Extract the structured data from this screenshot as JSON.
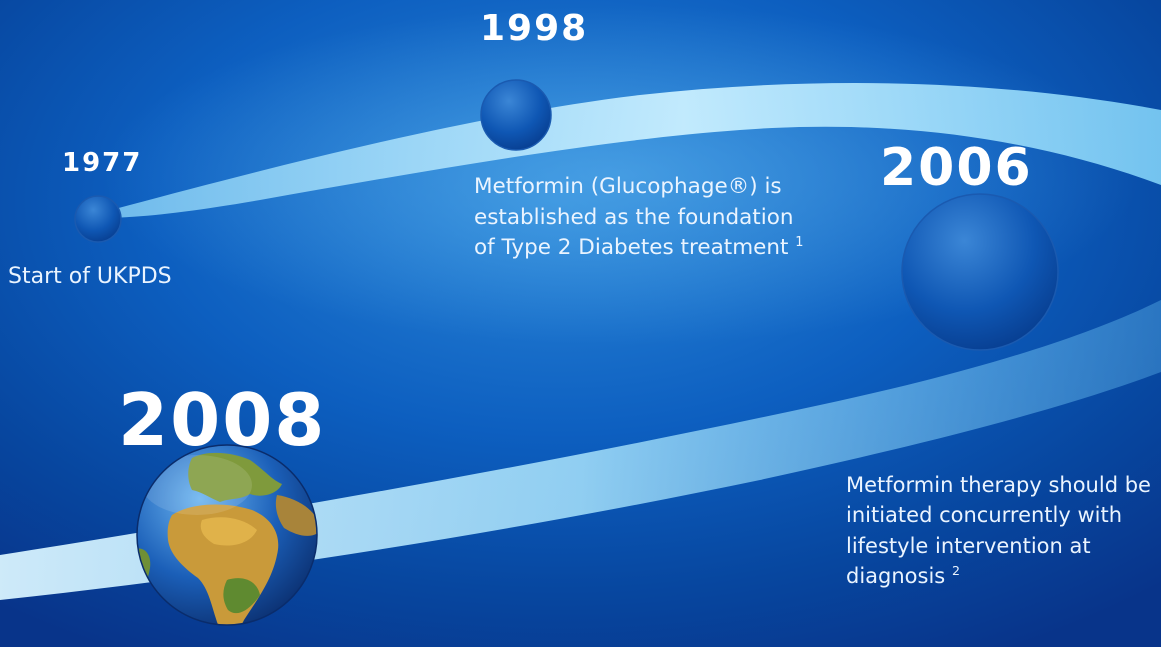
{
  "milestones": [
    {
      "year": "1977",
      "text": "Start of UKPDS"
    },
    {
      "year": "1998",
      "text": "Metformin (Glucophage®) is established as the foundation of Type 2 Diabetes treatment",
      "ref": "1"
    },
    {
      "year": "2006",
      "text": "Metformin therapy should be initiated concurrently with lifestyle intervention at diagnosis",
      "ref": "2"
    },
    {
      "year": "2008"
    }
  ],
  "colors": {
    "background": "#0a4fb0",
    "ribbon": "#a9e2fb",
    "text": "#ffffff"
  },
  "icons": [
    "globe-icon"
  ]
}
